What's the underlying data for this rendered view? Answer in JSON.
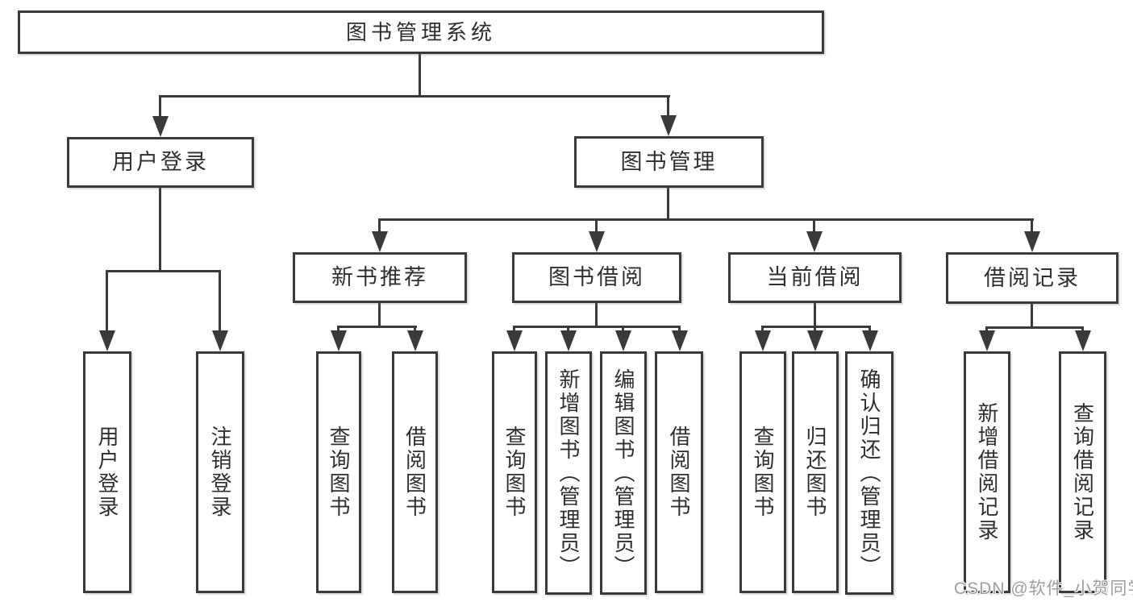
{
  "tree": {
    "label": "图书管理系统",
    "children": [
      {
        "label": "用户登录",
        "children": [
          {
            "label": "用户登录"
          },
          {
            "label": "注销登录"
          }
        ]
      },
      {
        "label": "图书管理",
        "children": [
          {
            "label": "新书推荐",
            "children": [
              {
                "label": "查询图书"
              },
              {
                "label": "借阅图书"
              }
            ]
          },
          {
            "label": "图书借阅",
            "children": [
              {
                "label": "查询图书"
              },
              {
                "label": "新增图书（管理员）"
              },
              {
                "label": "编辑图书（管理员）"
              },
              {
                "label": "借阅图书"
              }
            ]
          },
          {
            "label": "当前借阅",
            "children": [
              {
                "label": "查询图书"
              },
              {
                "label": "归还图书"
              },
              {
                "label": "确认归还（管理员）"
              }
            ]
          },
          {
            "label": "借阅记录",
            "children": [
              {
                "label": "新增借阅记录"
              },
              {
                "label": "查询借阅记录"
              }
            ]
          }
        ]
      }
    ]
  },
  "watermark": "CSDN @软件_小贺同学",
  "colors": {
    "line": "#3a3a3a",
    "text": "#2f2f2f",
    "box-bg": "#ffffff",
    "canvas-bg": "#ffffff",
    "watermark": "#9e9e9e"
  }
}
